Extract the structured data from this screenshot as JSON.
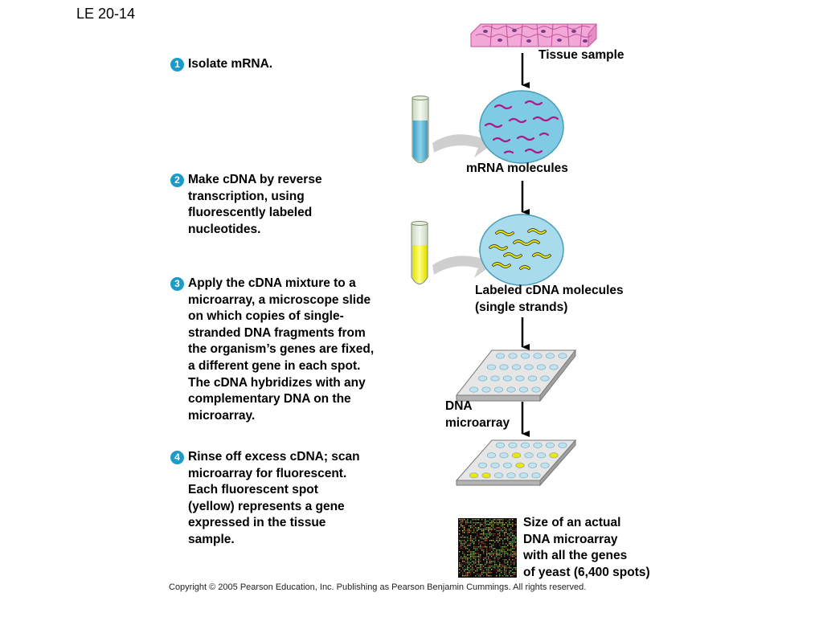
{
  "slide_label": "LE 20-14",
  "steps": [
    {
      "num": "1",
      "text": "Isolate mRNA."
    },
    {
      "num": "2",
      "text": "Make cDNA by reverse\ntranscription, using\nfluorescently labeled\nnucleotides."
    },
    {
      "num": "3",
      "text": "Apply the cDNA mixture to a\nmicroarray, a microscope slide\non which copies of single-\nstranded DNA fragments from\nthe organism’s genes are fixed,\na different gene in each spot.\nThe cDNA hybridizes with any\ncomplementary DNA on the\nmicroarray."
    },
    {
      "num": "4",
      "text": "Rinse off excess cDNA; scan\nmicroarray for fluorescent.\nEach fluorescent spot\n(yellow) represents a gene\nexpressed in the tissue\nsample."
    }
  ],
  "labels": {
    "tissue": "Tissue sample",
    "mrna": "mRNA molecules",
    "cdna": "Labeled cDNA molecules\n(single strands)",
    "microarray": "DNA\nmicroarray",
    "actual": "Size of an actual\nDNA microarray\nwith all the genes\nof yeast  (6,400 spots)"
  },
  "copyright": "Copyright ©  2005 Pearson Education, Inc. Publishing as Pearson Benjamin Cummings. All rights reserved.",
  "colors": {
    "step_badge": "#1b9bc8",
    "tissue": "#f3a9d8",
    "cell_membrane": "#c0509a",
    "bubble": "#7ecbe3",
    "mrna_strand": "#b0188a",
    "cdna_strand": "#e8e800",
    "tube_blue": "#5ab6d6",
    "tube_yellow": "#f4f400",
    "spot_blue": "#bfe3f0",
    "spot_yellow": "#f0e600",
    "slide_gray": "#d0d0d0"
  },
  "scanned_spot_pattern": [
    [
      0,
      0,
      0,
      0,
      0,
      0
    ],
    [
      0,
      0,
      1,
      0,
      0,
      1
    ],
    [
      0,
      0,
      0,
      1,
      0,
      0
    ],
    [
      1,
      1,
      0,
      0,
      0,
      0
    ]
  ]
}
